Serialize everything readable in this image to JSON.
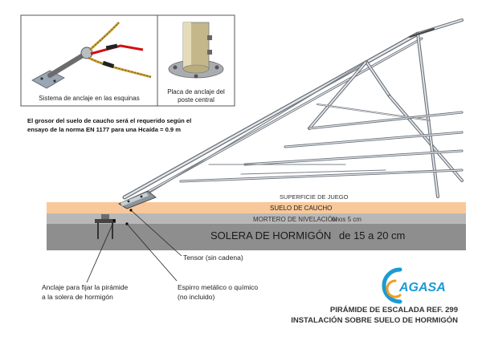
{
  "insets": {
    "corner_caption": "Sistema de anclaje en las esquinas",
    "center_caption_line1": "Placa de anclaje del",
    "center_caption_line2": "poste central"
  },
  "note": {
    "line1": "El grosor del suelo de caucho será el requerido según el",
    "line2": "ensayo de la norma EN 1177 para una Hcaída = 0.9 m"
  },
  "layers": {
    "play_surface": "SUPERFICIE DE JUEGO",
    "rubber": "SUELO DE CAUCHO",
    "mortar": "MORTERO DE NIVELACIÓN",
    "mortar_thickness": "unos 5 cm",
    "concrete": "SOLERA DE HORMIGÓN",
    "concrete_thickness": "de 15 a 20 cm"
  },
  "callouts": {
    "tensor": "Tensor (sin cadena)",
    "anchor_line1": "Anclaje para fijar la pirámide",
    "anchor_line2": "a la solera de hormigón",
    "spiral_line1": "Espirro metálico o químico",
    "spiral_line2": "(no incluido)"
  },
  "logo": {
    "text": "AGASA"
  },
  "title": {
    "line1": "PIRÁMIDE DE ESCALADA REF. 299",
    "line2": "INSTALACIÓN SOBRE SUELO DE HORMIGÓN"
  },
  "colors": {
    "rubber": "#f8c89a",
    "mortar": "#b8b8b8",
    "concrete": "#8e8e8e",
    "logo_blue": "#1b9ad6",
    "logo_orange": "#f39c1e"
  }
}
